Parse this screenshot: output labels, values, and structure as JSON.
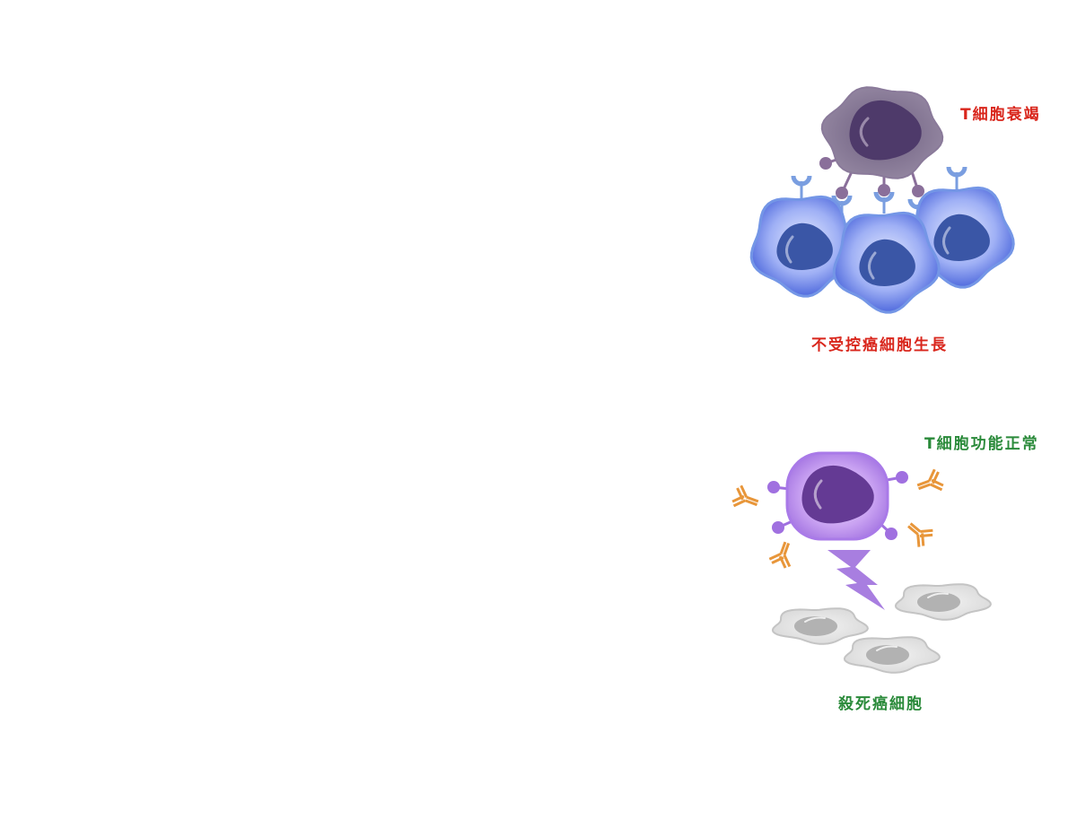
{
  "top_panel": {
    "exhausted_label": "T細胞衰竭",
    "growth_label": "不受控癌細胞生長"
  },
  "bottom_panel": {
    "normal_label": "T細胞功能正常",
    "kill_label": "殺死癌細胞"
  },
  "colors": {
    "red_text": "#d9261c",
    "green_text": "#2a8a3a",
    "exhausted_cell": "#8a7a9a",
    "cancer_cell_blue": "#6e86e8",
    "active_t_cell": "#b98ae8",
    "antibody": "#e8963a",
    "dead_cell": "#e4e4e4"
  }
}
